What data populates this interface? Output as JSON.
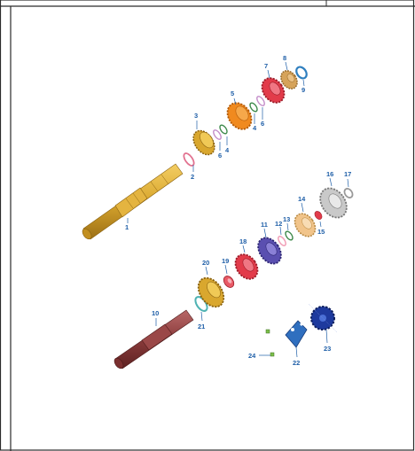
{
  "diagram": {
    "callouts": [
      "1",
      "2",
      "3",
      "4",
      "5",
      "6",
      "7",
      "8",
      "9",
      "10",
      "11",
      "12",
      "13",
      "14",
      "15",
      "16",
      "17",
      "18",
      "19",
      "20",
      "21",
      "22",
      "23",
      "24"
    ],
    "colors": {
      "frame": "#2b2b2b",
      "callout": "#1f5fa8",
      "gold": "#d9a72e",
      "gold_dark": "#a97a1a",
      "orange": "#f08a1f",
      "red": "#e23b4a",
      "tan": "#d6a35a",
      "blue_ring": "#2f7fbf",
      "purple": "#5a4fb0",
      "pink": "#f2a0b8",
      "peach": "#f1c48a",
      "grey": "#b8b8b8",
      "maroon": "#8a3b3b",
      "teal": "#4fb3b3",
      "navy": "#1e3a9e",
      "green_bolt": "#7bbf4a"
    }
  }
}
